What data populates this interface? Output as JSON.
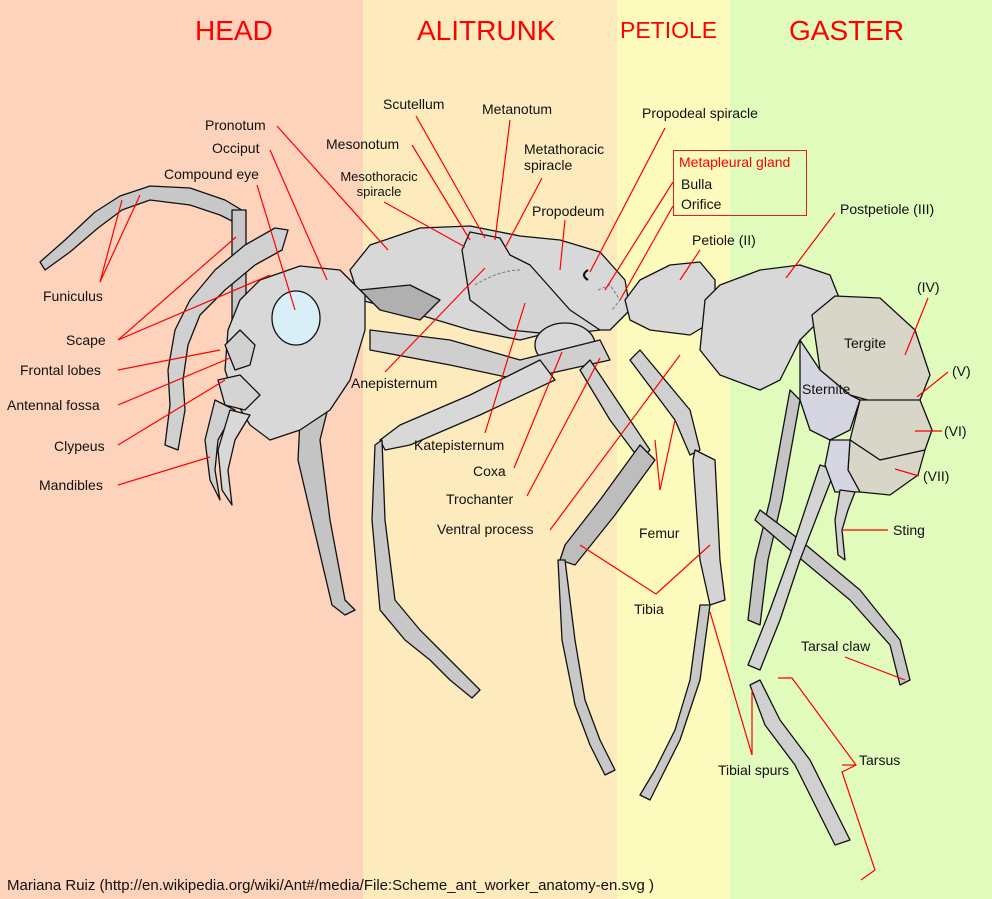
{
  "colors": {
    "head_bg": "#fdd3bc",
    "alitrunk_bg": "#fdebbd",
    "petiole_bg": "#fcfabd",
    "gaster_bg": "#e0fbbc",
    "title_color": "#ff0000",
    "leader_color": "#ff0000",
    "body_fill": "#d8d8d8",
    "eye_fill": "#d8eff7",
    "gaster_tergite_fill": "#d8d6c8",
    "sternite_fill": "#d6d6e2"
  },
  "regions": [
    {
      "id": "head",
      "title": "HEAD"
    },
    {
      "id": "alitrunk",
      "title": "ALITRUNK"
    },
    {
      "id": "petiole",
      "title": "PETIOLE"
    },
    {
      "id": "gaster",
      "title": "GASTER"
    }
  ],
  "labels": {
    "pronotum": "Pronotum",
    "occiput": "Occiput",
    "compound_eye": "Compound eye",
    "funiculus": "Funiculus",
    "scape": "Scape",
    "frontal_lobes": "Frontal lobes",
    "antennal_fossa": "Antennal fossa",
    "clypeus": "Clypeus",
    "mandibles": "Mandibles",
    "scutellum": "Scutellum",
    "metanotum": "Metanotum",
    "mesonotum": "Mesonotum",
    "mesothoracic_spiracle": "Mesothoracic spiracle",
    "metathoracic_spiracle": "Metathoracic spiracle",
    "propodeum": "Propodeum",
    "propodeal_spiracle": "Propodeal spiracle",
    "anepisternum": "Anepisternum",
    "katepisternum": "Katepisternum",
    "coxa": "Coxa",
    "trochanter": "Trochanter",
    "ventral_process": "Ventral process",
    "petiole_ii": "Petiole (II)",
    "postpetiole_iii": "Postpetiole (III)",
    "tergite": "Tergite",
    "sternite": "Sternite",
    "seg_iv": "(IV)",
    "seg_v": "(V)",
    "seg_vi": "(VI)",
    "seg_vii": "(VII)",
    "sting": "Sting",
    "femur": "Femur",
    "tibia": "Tibia",
    "tarsal_claw": "Tarsal claw",
    "tibial_spurs": "Tibial spurs",
    "tarsus": "Tarsus"
  },
  "metapleural_gland": {
    "title": "Metapleural gland",
    "items": [
      "Bulla",
      "Orifice"
    ]
  },
  "credit": "Mariana Ruiz (http://en.wikipedia.org/wiki/Ant#/media/File:Scheme_ant_worker_anatomy-en.svg )"
}
